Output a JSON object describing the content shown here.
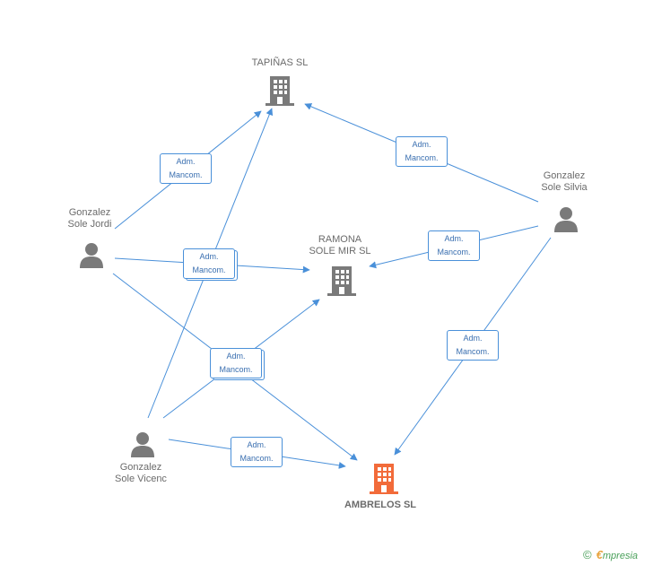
{
  "nodes": {
    "tapinas": {
      "label": "TAPIÑAS SL"
    },
    "ramona": {
      "line1": "RAMONA",
      "line2": "SOLE MIR SL"
    },
    "ambrelos": {
      "label": "AMBRELOS SL"
    },
    "jordi": {
      "line1": "Gonzalez",
      "line2": "Sole Jordi"
    },
    "silvia": {
      "line1": "Gonzalez",
      "line2": "Sole Silvia"
    },
    "vicenc": {
      "line1": "Gonzalez",
      "line2": "Sole Vicenc"
    }
  },
  "edge_label": {
    "line1": "Adm.",
    "line2": "Mancom."
  },
  "edges": [
    {
      "from": "Gonzalez Sole Jordi",
      "to": "TAPIÑAS SL",
      "label": "Adm. Mancom."
    },
    {
      "from": "Gonzalez Sole Jordi",
      "to": "RAMONA SOLE MIR SL",
      "label": "Adm. Mancom."
    },
    {
      "from": "Gonzalez Sole Jordi",
      "to": "AMBRELOS SL",
      "label": "Adm. Mancom."
    },
    {
      "from": "Gonzalez Sole Silvia",
      "to": "TAPIÑAS SL",
      "label": "Adm. Mancom."
    },
    {
      "from": "Gonzalez Sole Silvia",
      "to": "RAMONA SOLE MIR SL",
      "label": "Adm. Mancom."
    },
    {
      "from": "Gonzalez Sole Silvia",
      "to": "AMBRELOS SL",
      "label": "Adm. Mancom."
    },
    {
      "from": "Gonzalez Sole Vicenc",
      "to": "TAPIÑAS SL",
      "label": "Adm. Mancom."
    },
    {
      "from": "Gonzalez Sole Vicenc",
      "to": "RAMONA SOLE MIR SL",
      "label": "Adm. Mancom."
    },
    {
      "from": "Gonzalez Sole Vicenc",
      "to": "AMBRELOS SL",
      "label": "Adm. Mancom."
    }
  ],
  "colors": {
    "edge": "#4a90d9",
    "company": "#7a7a7a",
    "company_highlight": "#f26b3a",
    "person": "#7a7a7a"
  },
  "icons": {
    "company": "building-icon",
    "person": "person-icon"
  },
  "watermark": {
    "copyright": "©",
    "brand_first": "€",
    "brand_rest": "mpresia"
  }
}
